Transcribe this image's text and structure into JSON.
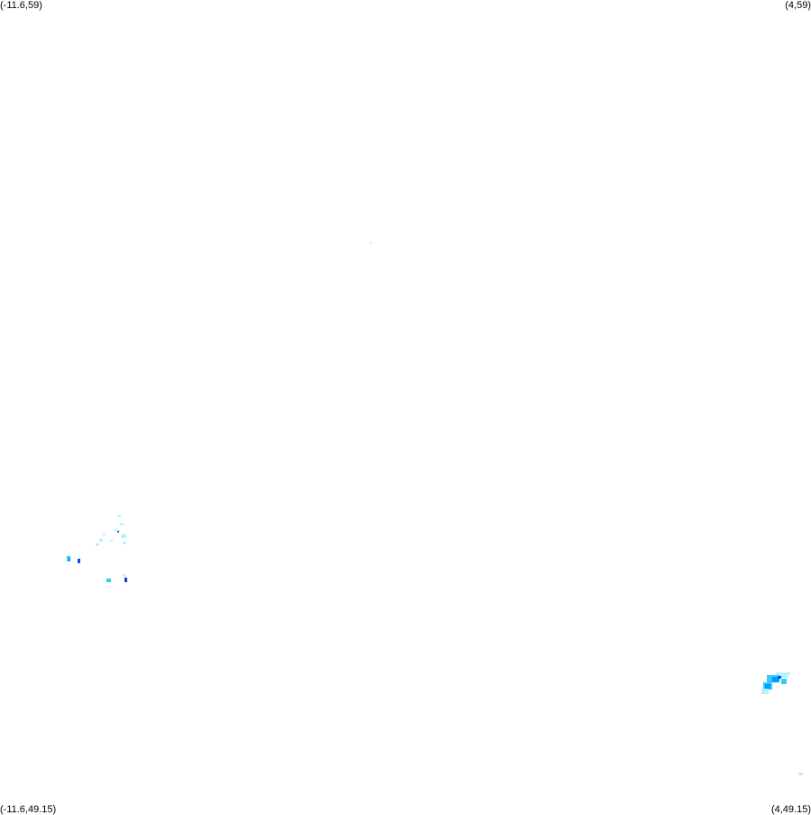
{
  "corners": {
    "top_left": "(-11.6,59)",
    "top_right": "(4,59)",
    "bottom_left": "(-11.6,49.15)",
    "bottom_right": "(4,49.15)"
  },
  "colors": {
    "background": "#ffffff",
    "light": "#b3f2ff",
    "medium": "#33ccff",
    "strong": "#0099ff",
    "intense": "#0055ee",
    "extreme": "#2233cc"
  }
}
